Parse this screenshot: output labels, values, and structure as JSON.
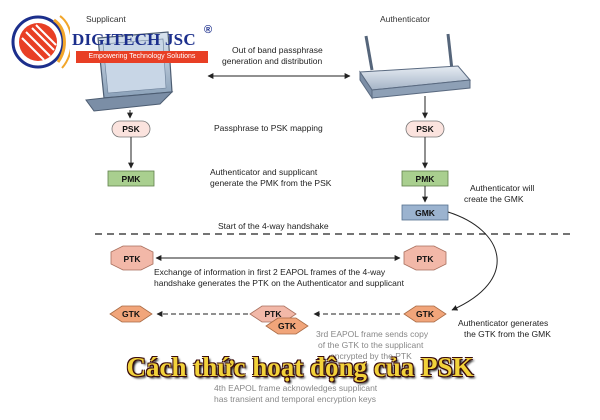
{
  "logo": {
    "name": "DIGITECH JSC",
    "reg": "®",
    "tagline": "Empowering Technology Solutions"
  },
  "headers": {
    "supplicant": "Supplicant",
    "authenticator": "Authenticator"
  },
  "notes": {
    "oob_1": "Out of band passphrase",
    "oob_2": "generation and distribution",
    "psk_map": "Passphrase to PSK mapping",
    "pmk_1": "Authenticator and supplicant",
    "pmk_2": "generate the PMK from the PSK",
    "gmk_1": "Authenticator will",
    "gmk_2": "create the GMK",
    "handshake": "Start of the 4-way handshake",
    "ptk_1": "Exchange of information in first 2 EAPOL frames of the 4-way",
    "ptk_2": "handshake generates the PTK on the Authenticator and supplicant",
    "gtk_1": "Authenticator generates",
    "gtk_2": "the GTK from the GMK",
    "f3_1": "3rd EAPOL frame sends copy",
    "f3_2": "of the GTK to the supplicant",
    "f3_3": "encrypted by the PTK",
    "f4_1": "4th EAPOL frame acknowledges supplicant",
    "f4_2": "has transient and temporal encryption keys"
  },
  "nodes": {
    "psk_left": "PSK",
    "psk_right": "PSK",
    "pmk_left": "PMK",
    "pmk_right": "PMK",
    "gmk": "GMK",
    "ptk_left": "PTK",
    "ptk_right": "PTK",
    "ptk_mid": "PTK",
    "gtk_left": "GTK",
    "gtk_right": "GTK",
    "gtk_mid": "GTK"
  },
  "banner": "Cách thức hoạt động của PSK",
  "colors": {
    "psk": "#fbe3de",
    "pmk": "#a9cf8f",
    "gmk": "#9bb3cf",
    "ptk": "#f2b8a8",
    "gtk": "#f1a57a",
    "banner": "#f2d23a"
  }
}
